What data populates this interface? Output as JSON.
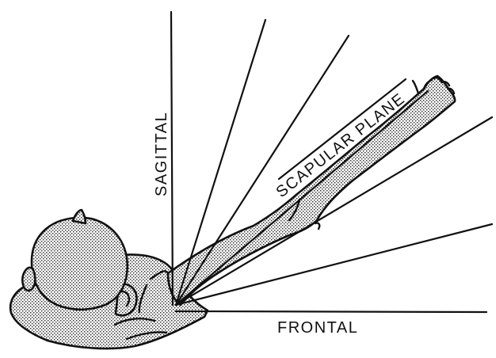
{
  "diagram": {
    "labels": {
      "sagittal": "SAGITTAL",
      "scapular_plane": "SCAPULAR PLANE",
      "frontal": "FRONTAL"
    },
    "colors": {
      "line": "#111111",
      "background": "#ffffff",
      "stipple": "#222222"
    }
  }
}
